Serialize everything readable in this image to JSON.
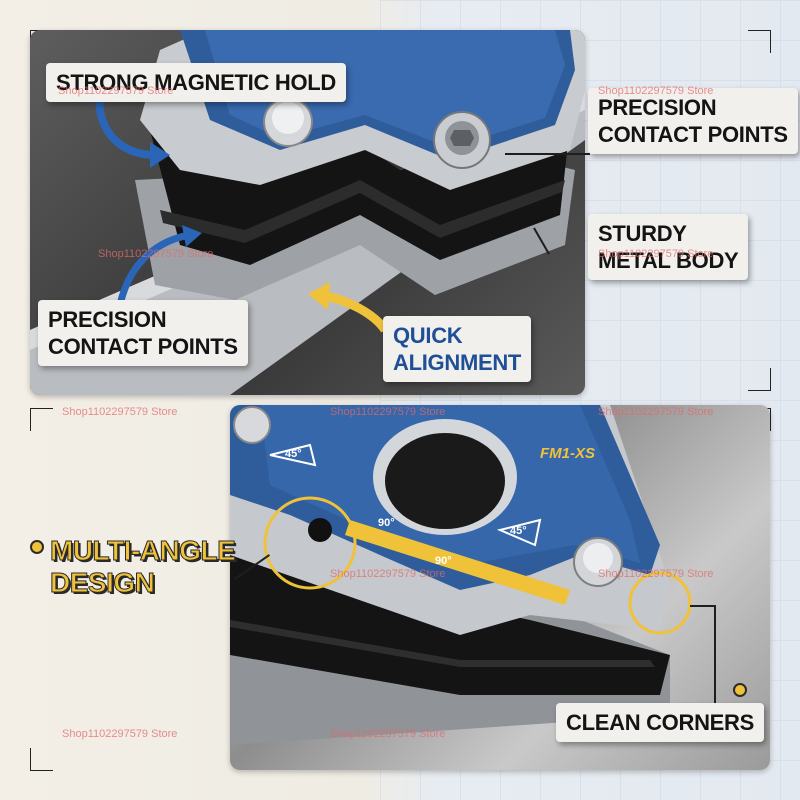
{
  "labels": {
    "strong_hold": "STRONG MAGNETIC HOLD",
    "precision_top_1": "PRECISION",
    "precision_top_2": "CONTACT POINTS",
    "sturdy_1": "STURDY",
    "sturdy_2": "METAL BODY",
    "precision_left_1": "PRECISION",
    "precision_left_2": "CONTACT POINTS",
    "quick_1": "QUICK",
    "quick_2": "ALIGNMENT",
    "multi_1": "MULTI-ANGLE",
    "multi_2": "DESIGN",
    "clean": "CLEAN CORNERS"
  },
  "product": {
    "model": "FM1-XS",
    "angle_45_a": "45°",
    "angle_45_b": "45°",
    "angle_90_a": "90°",
    "angle_90_b": "90°"
  },
  "watermark": "Shop1102297579 Store",
  "colors": {
    "accent_blue": "#1f4f96",
    "accent_gold": "#f0c23a",
    "steel": "#c4c7cb"
  }
}
